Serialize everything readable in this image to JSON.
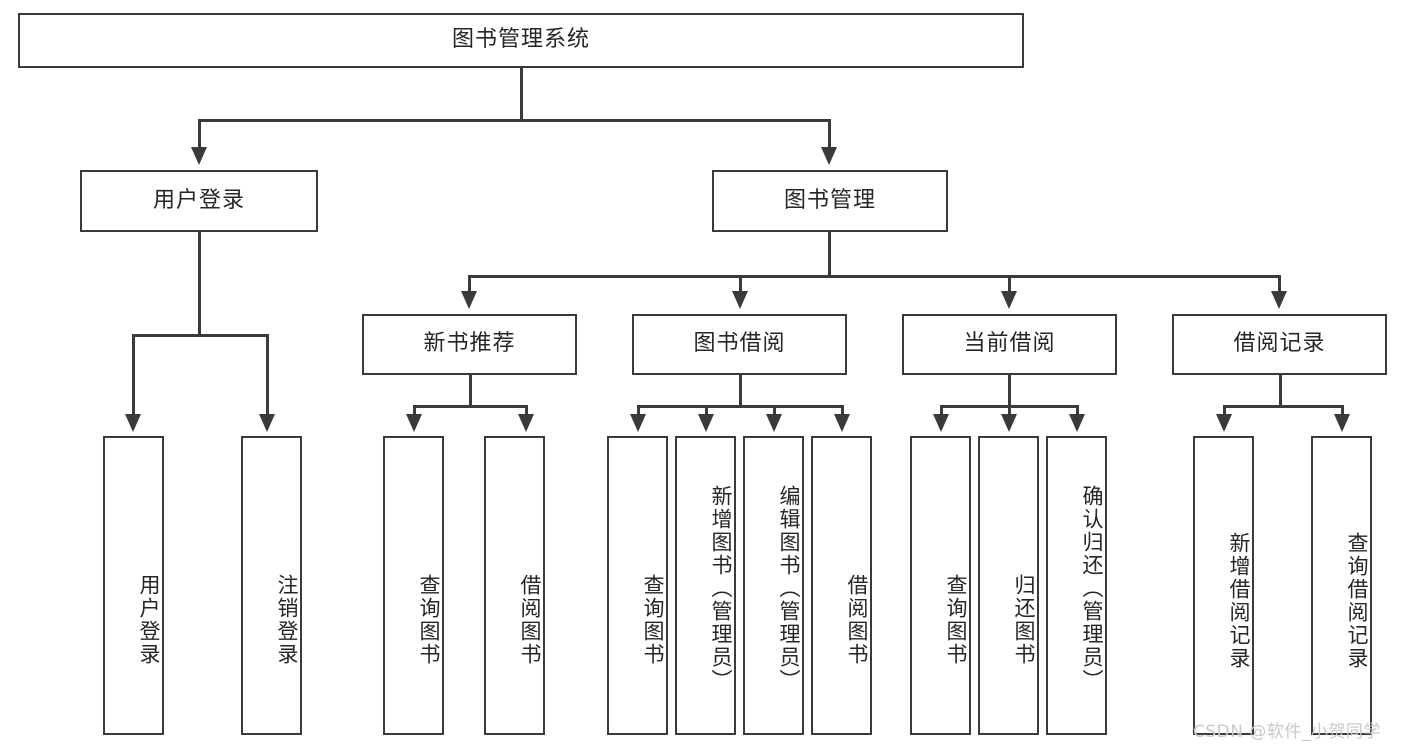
{
  "diagram": {
    "title": "图书管理系统",
    "type": "tree-hierarchy-diagram",
    "colors": {
      "stroke": "#3a3a3a",
      "fill": "#ffffff",
      "text": "#262626",
      "watermark": "#c9c9c9"
    },
    "root": {
      "label": "图书管理系统"
    },
    "level1": [
      {
        "label": "用户登录"
      },
      {
        "label": "图书管理"
      }
    ],
    "level2": [
      {
        "label": "新书推荐"
      },
      {
        "label": "图书借阅"
      },
      {
        "label": "当前借阅"
      },
      {
        "label": "借阅记录"
      }
    ],
    "leaves": {
      "user_login": [
        {
          "label": "用户登录"
        },
        {
          "label": "注销登录"
        }
      ],
      "new_book_recommend": [
        {
          "label": "查询图书"
        },
        {
          "label": "借阅图书"
        }
      ],
      "book_borrow": [
        {
          "label": "查询图书"
        },
        {
          "label": "新增图书（管理员）"
        },
        {
          "label": "编辑图书（管理员）"
        },
        {
          "label": "借阅图书"
        }
      ],
      "current_borrow": [
        {
          "label": "查询图书"
        },
        {
          "label": "归还图书"
        },
        {
          "label": "确认归还（管理员）"
        }
      ],
      "borrow_record": [
        {
          "label": "新增借阅记录"
        },
        {
          "label": "查询借阅记录"
        }
      ]
    }
  },
  "watermark": {
    "text": "CSDN @软件_小贺同学"
  }
}
